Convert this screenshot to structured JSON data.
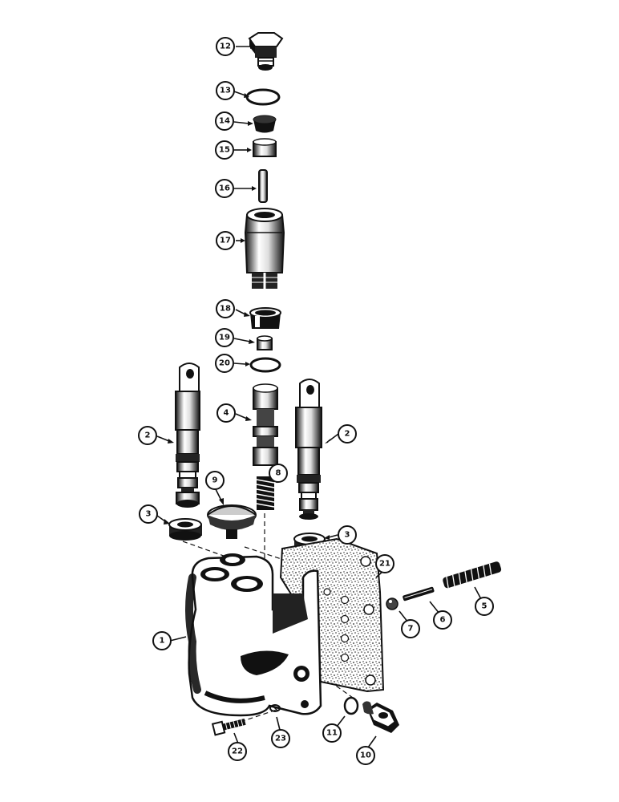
{
  "diagram": {
    "callouts": [
      "12",
      "13",
      "14",
      "15",
      "16",
      "17",
      "18",
      "19",
      "20",
      "2",
      "4",
      "2",
      "9",
      "8",
      "3",
      "3",
      "21",
      "1",
      "5",
      "6",
      "7",
      "11",
      "10",
      "22",
      "23"
    ]
  }
}
